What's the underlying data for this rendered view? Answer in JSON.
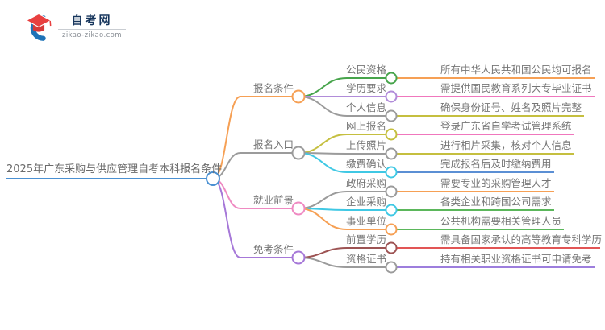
{
  "logo": {
    "title": "自考网",
    "domain": "zikao-zikao.com",
    "icon": "graduation-cap-crescent-icon",
    "cap_color": "#e23e3e",
    "crescent_color": "#1e73b8"
  },
  "root": {
    "label": "2025年广东采购与供应管理自考本科报名条件",
    "color": "#4a90d2"
  },
  "branches": [
    {
      "label": "报名条件",
      "color": "#f6a055",
      "children": [
        {
          "label": "公民资格",
          "color": "#47a44b",
          "leaf": {
            "label": "所有中华人民共和国公民均可报名",
            "color": "#f6a055"
          }
        },
        {
          "label": "学历要求",
          "color": "#b18cd9",
          "leaf": {
            "label": "需提供国民教育系列大专毕业证书",
            "color": "#f077bd"
          }
        },
        {
          "label": "个人信息",
          "color": "#9b9b9b",
          "leaf": {
            "label": "确保身份证号、姓名及照片完整",
            "color": "#c5bf3f"
          }
        }
      ]
    },
    {
      "label": "报名入口",
      "color": "#9b9b9b",
      "children": [
        {
          "label": "网上报名",
          "color": "#c5bf3f",
          "leaf": {
            "label": "登录广东省自学考试管理系统",
            "color": "#f077bd"
          }
        },
        {
          "label": "上传照片",
          "color": "#9b9b9b",
          "leaf": {
            "label": "进行相片采集，核对个人信息",
            "color": "#c5bf3f"
          }
        },
        {
          "label": "缴费确认",
          "color": "#3fc8e4",
          "leaf": {
            "label": "完成报名后及时缴纳费用",
            "color": "#5b8fd4"
          }
        }
      ]
    },
    {
      "label": "就业前景",
      "color": "#ef8ac2",
      "children": [
        {
          "label": "政府采购",
          "color": "#9b9b9b",
          "leaf": {
            "label": "需要专业的采购管理人才",
            "color": "#f6a055"
          }
        },
        {
          "label": "企业采购",
          "color": "#3fc8e4",
          "leaf": {
            "label": "各类企业和跨国公司需求",
            "color": "#5bb75b"
          }
        },
        {
          "label": "事业单位",
          "color": "#f6a055",
          "leaf": {
            "label": "公共机构需要相关管理人员",
            "color": "#5bb75b"
          }
        }
      ]
    },
    {
      "label": "免考条件",
      "color": "#a678d8",
      "children": [
        {
          "label": "前置学历",
          "color": "#9d5353",
          "leaf": {
            "label": "需具备国家承认的高等教育专科学历",
            "color": "#e25555"
          }
        },
        {
          "label": "资格证书",
          "color": "#9b9b9b",
          "leaf": {
            "label": "持有相关职业资格证书可申请免考",
            "color": "#9d7edd"
          }
        }
      ]
    }
  ]
}
